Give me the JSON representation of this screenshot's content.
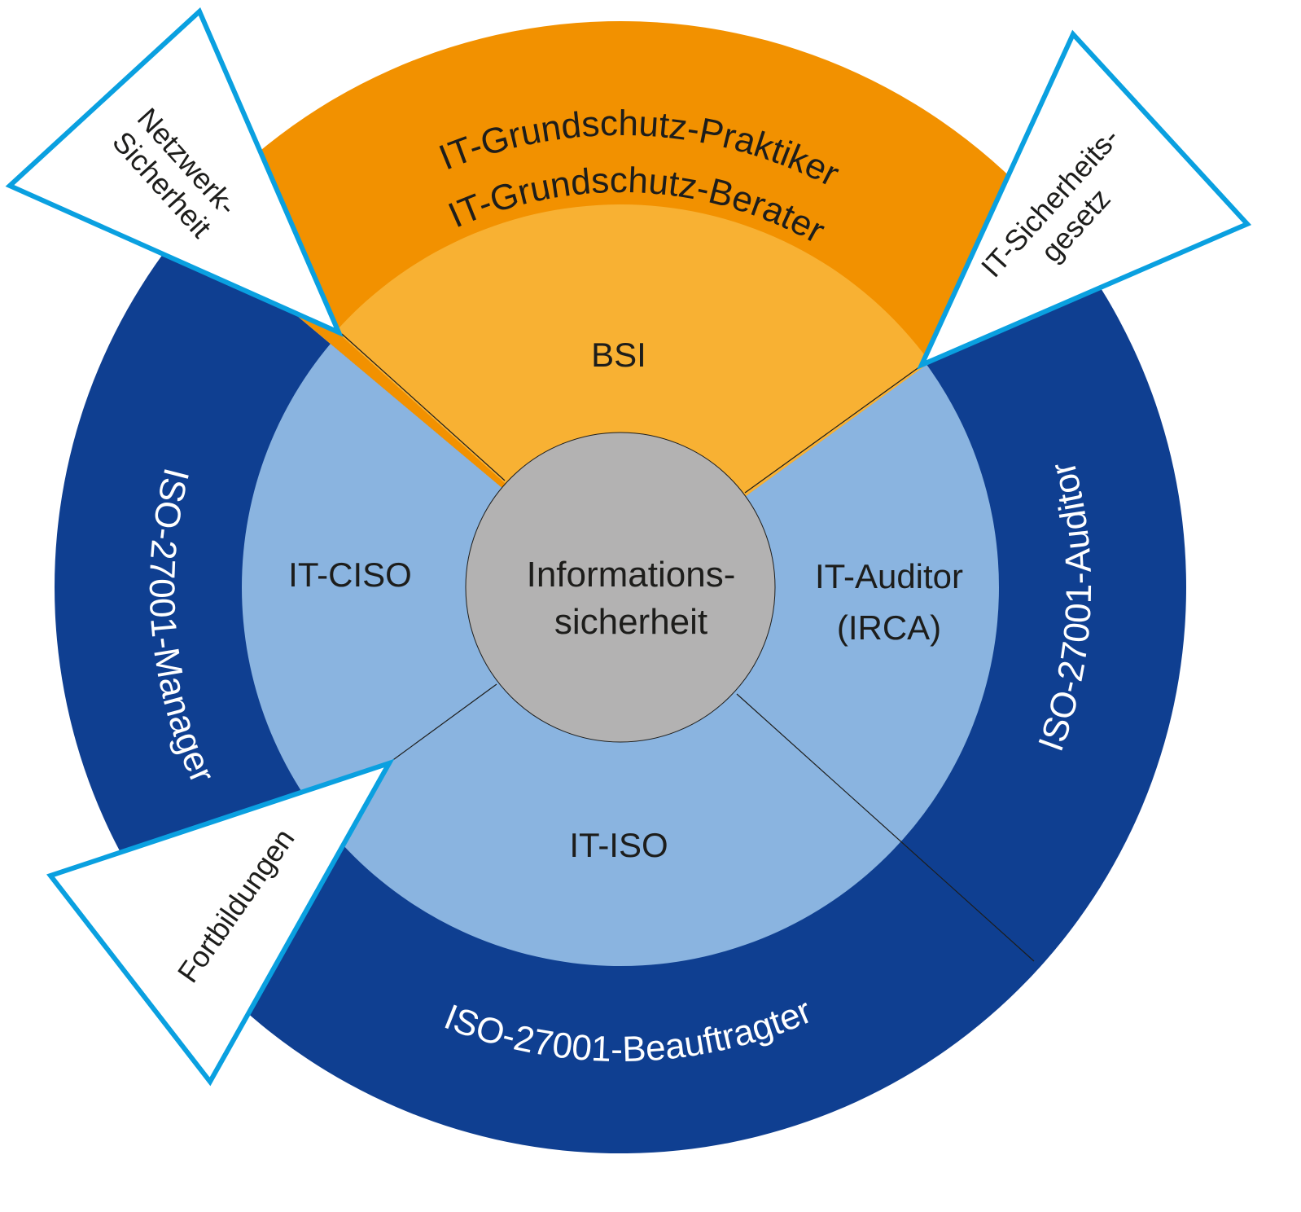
{
  "colors": {
    "dark_blue": "#0f3f91",
    "light_blue": "#8ab4e0",
    "orange": "#f29100",
    "light_orange": "#f8b133",
    "gray": "#b3b2b2",
    "triangle_stroke": "#0aa0e0"
  },
  "center": {
    "line1": "Informations-",
    "line2": "sicherheit"
  },
  "inner": {
    "top": "BSI",
    "left": "IT-CISO",
    "right_line1": "IT-Auditor",
    "right_line2": "(IRCA)",
    "bottom": "IT-ISO"
  },
  "outer": {
    "top_line1": "IT-Grundschutz-Praktiker",
    "top_line2": "IT-Grundschutz-Berater",
    "left": "ISO-27001-Manager",
    "right": "ISO-27001-Auditor",
    "bottom": "ISO-27001-Beauftragter"
  },
  "triangles": {
    "top_left_line1": "Netzwerk-",
    "top_left_line2": "Sicherheit",
    "top_right_line1": "IT-Sicherheits-",
    "top_right_line2": "gesetz",
    "bottom_left": "Fortbildungen"
  }
}
